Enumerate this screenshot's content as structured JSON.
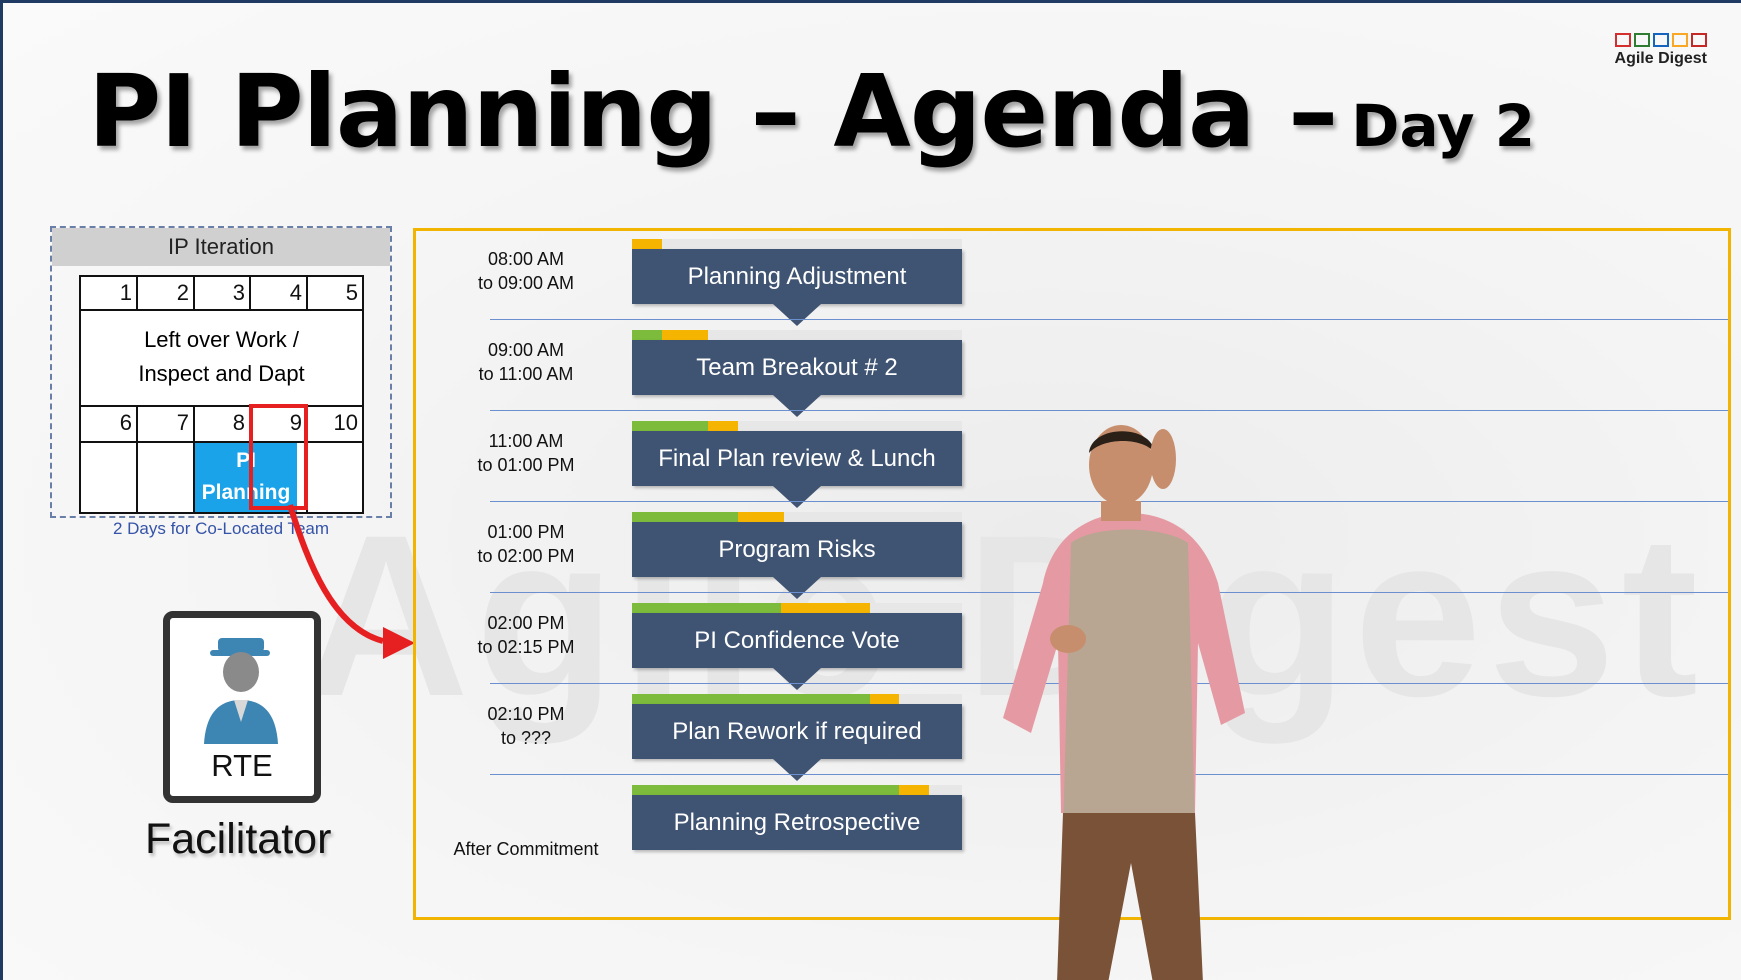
{
  "title": {
    "main": "PI Planning – Agenda –",
    "sub": "Day 2"
  },
  "logo": {
    "text": "Agile Digest",
    "colors": [
      "#d32f2f",
      "#2e7d32",
      "#1565c0",
      "#f9a825",
      "#c62828"
    ]
  },
  "watermark": "Agile Digest",
  "ip_iteration": {
    "header": "IP Iteration",
    "week1_days": [
      "1",
      "2",
      "3",
      "4",
      "5"
    ],
    "week1_text": [
      "Left over Work /",
      "Inspect and Dapt"
    ],
    "week2_days": [
      "6",
      "7",
      "8",
      "9",
      "10"
    ],
    "pi_planning_label": [
      "PI",
      "Planning"
    ],
    "caption": "2 Days for Co-Located Team"
  },
  "rte": {
    "label": "RTE",
    "role": "Facilitator"
  },
  "agenda": [
    {
      "time": [
        "08:00 AM",
        "to 09:00 AM"
      ],
      "label": "Planning Adjustment",
      "progress_green": 0.0,
      "progress_yellow": 0.09
    },
    {
      "time": [
        "09:00 AM",
        "to 11:00 AM"
      ],
      "label": "Team Breakout # 2",
      "progress_green": 0.09,
      "progress_yellow": 0.14
    },
    {
      "time": [
        "11:00 AM",
        "to 01:00 PM"
      ],
      "label": "Final Plan review & Lunch",
      "progress_green": 0.23,
      "progress_yellow": 0.09
    },
    {
      "time": [
        "01:00 PM",
        "to 02:00 PM"
      ],
      "label": "Program Risks",
      "progress_green": 0.32,
      "progress_yellow": 0.14
    },
    {
      "time": [
        "02:00 PM",
        "to 02:15 PM"
      ],
      "label": "PI Confidence Vote",
      "progress_green": 0.45,
      "progress_yellow": 0.27
    },
    {
      "time": [
        "02:10 PM",
        "to ???"
      ],
      "label": "Plan Rework if required",
      "progress_green": 0.72,
      "progress_yellow": 0.09
    },
    {
      "time": [
        "After Commitment"
      ],
      "label": "Planning Retrospective",
      "progress_green": 0.81,
      "progress_yellow": 0.09
    }
  ]
}
